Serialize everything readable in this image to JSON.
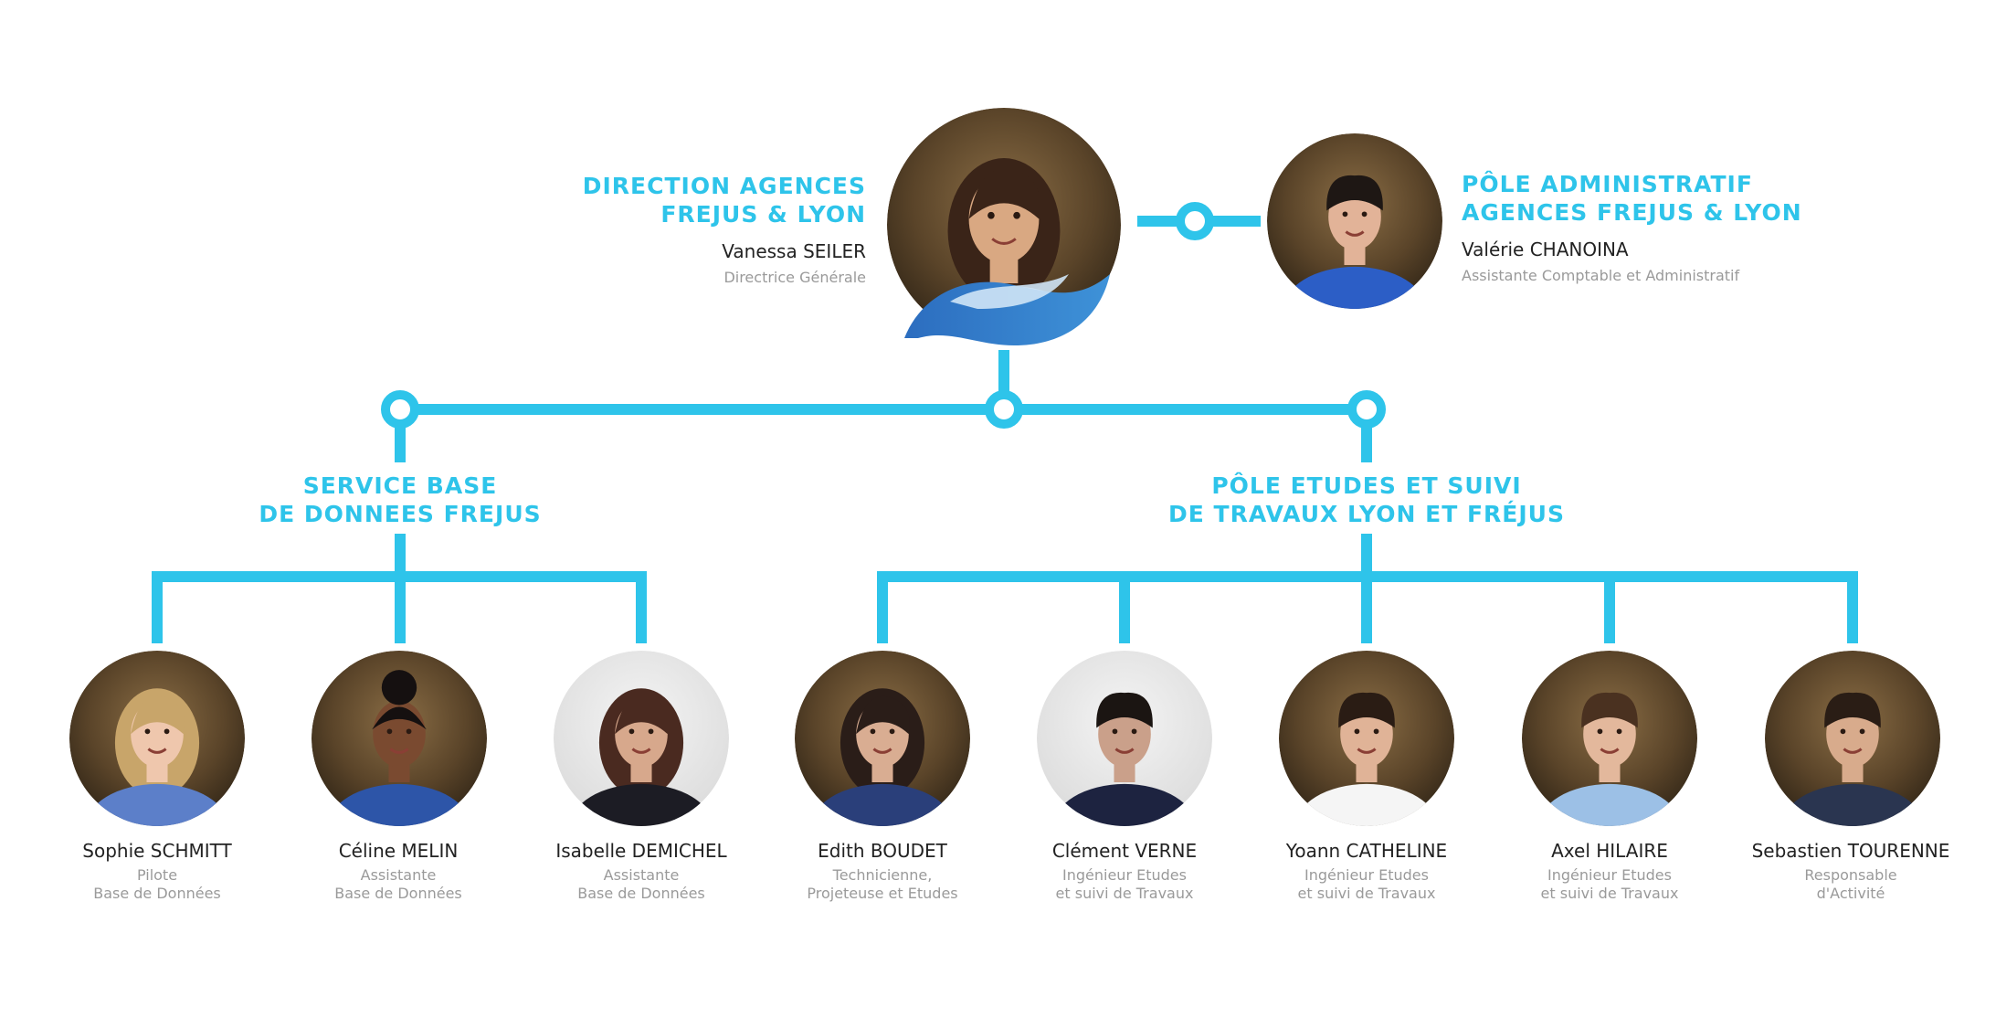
{
  "colors": {
    "accent": "#2ec4ea",
    "name": "#222222",
    "role": "#9a9a9a",
    "wave_dark": "#2f6fc1",
    "wave_light": "#cfe4f6"
  },
  "director": {
    "title_lines": [
      "DIRECTION AGENCES",
      "FREJUS & LYON"
    ],
    "name": "Vanessa SEILER",
    "role": "Directrice Générale",
    "photo_icon": "person-photo"
  },
  "admin": {
    "title_lines": [
      "PÔLE ADMINISTRATIF",
      "AGENCES FREJUS & LYON"
    ],
    "name": "Valérie CHANOINA",
    "role": "Assistante Comptable et Administratif",
    "photo_icon": "person-photo"
  },
  "departments": [
    {
      "title_lines": [
        "SERVICE BASE",
        "DE DONNEES FREJUS"
      ]
    },
    {
      "title_lines": [
        "PÔLE ETUDES ET SUIVI",
        "DE TRAVAUX LYON ET FRÉJUS"
      ]
    }
  ],
  "staff": [
    {
      "name": "Sophie SCHMITT",
      "role_lines": [
        "Pilote",
        "Base de Données"
      ]
    },
    {
      "name": "Céline MELIN",
      "role_lines": [
        "Assistante",
        "Base de Données"
      ]
    },
    {
      "name": "Isabelle DEMICHEL",
      "role_lines": [
        "Assistante",
        "Base de Données"
      ]
    },
    {
      "name": "Edith BOUDET",
      "role_lines": [
        "Technicienne,",
        "Projeteuse et Etudes"
      ]
    },
    {
      "name": "Clément VERNE",
      "role_lines": [
        "Ingénieur Etudes",
        "et suivi de Travaux"
      ]
    },
    {
      "name": "Yoann CATHELINE",
      "role_lines": [
        "Ingénieur Etudes",
        "et suivi de Travaux"
      ]
    },
    {
      "name": "Axel HILAIRE",
      "role_lines": [
        "Ingénieur Etudes",
        "et suivi de Travaux"
      ]
    },
    {
      "name": "Sebastien TOURENNE",
      "role_lines": [
        "Responsable",
        "d'Activité"
      ]
    }
  ]
}
